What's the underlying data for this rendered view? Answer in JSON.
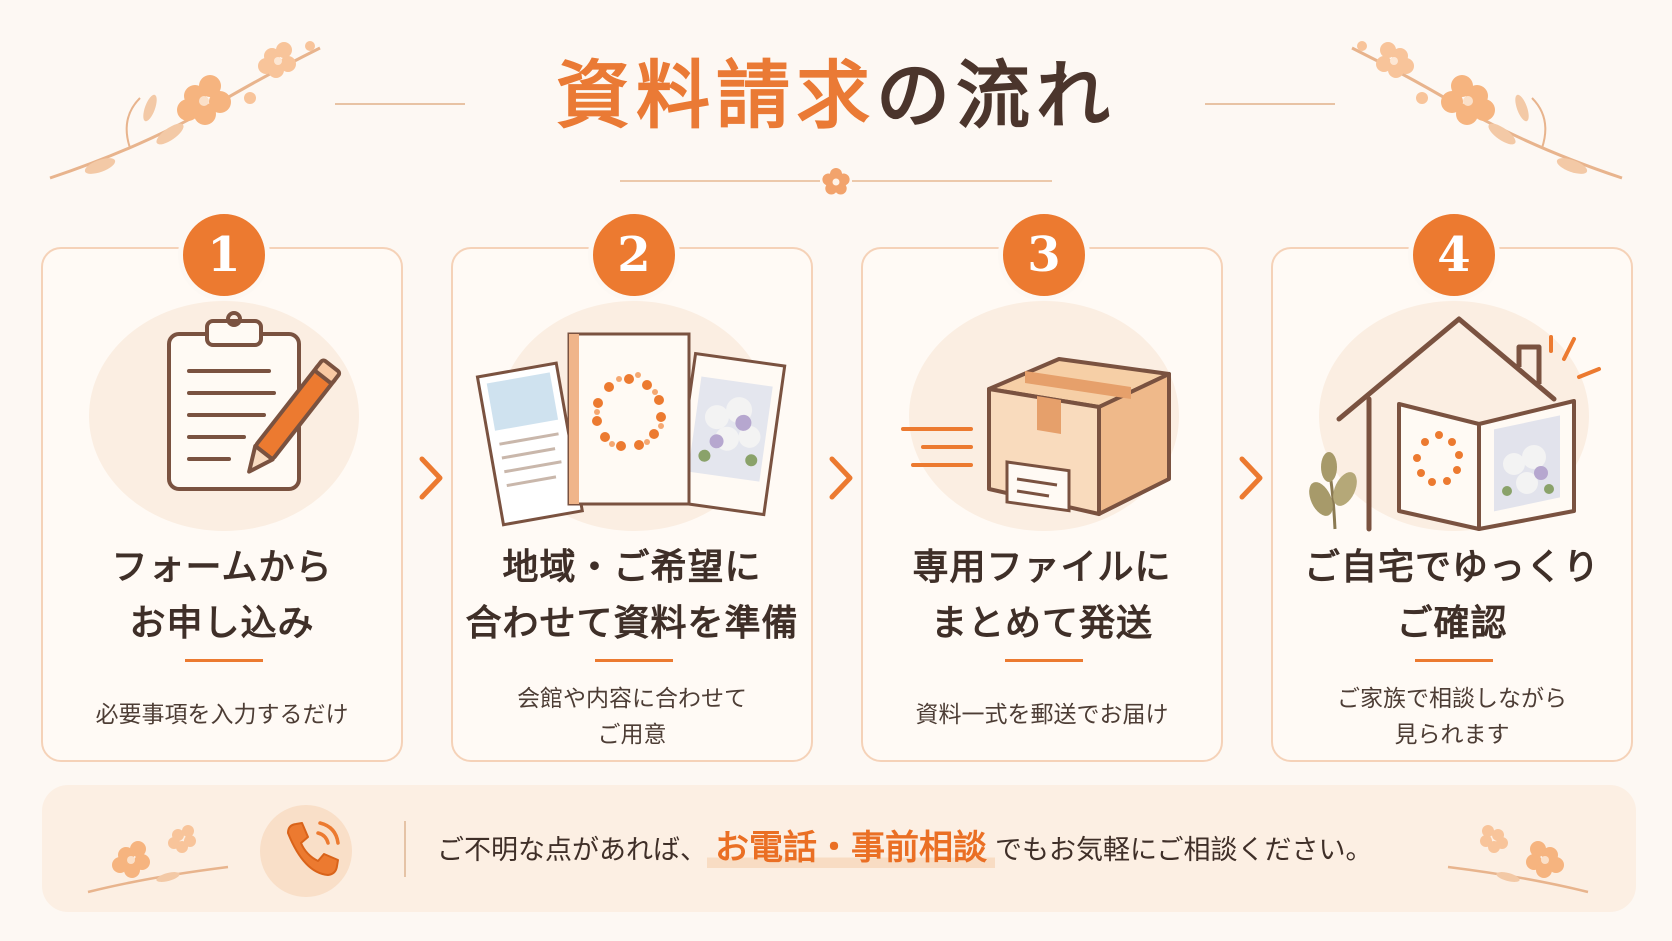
{
  "title": {
    "accent": "資料請求",
    "rest": "の流れ"
  },
  "colors": {
    "accent": "#ea7a35",
    "dark": "#4b352c",
    "card_border": "#f5d2b8",
    "banner": "#fcefe3"
  },
  "steps": [
    {
      "number": "1",
      "title_lines": [
        "フォームから",
        "お申し込み"
      ],
      "desc_lines": [
        "必要事項を入力するだけ"
      ],
      "icon": "clipboard-pencil-icon"
    },
    {
      "number": "2",
      "title_lines": [
        "地域・ご希望に",
        "合わせて資料を準備"
      ],
      "desc_lines": [
        "会館や内容に合わせて",
        "ご用意"
      ],
      "icon": "brochures-icon"
    },
    {
      "number": "3",
      "title_lines": [
        "専用ファイルに",
        "まとめて発送"
      ],
      "desc_lines": [
        "資料一式を郵送でお届け"
      ],
      "icon": "shipping-box-icon"
    },
    {
      "number": "4",
      "title_lines": [
        "ご自宅でゆっくり",
        "ご確認"
      ],
      "desc_lines": [
        "ご家族で相談しながら",
        "見られます"
      ],
      "icon": "house-brochure-icon"
    }
  ],
  "footer": {
    "prefix": "ご不明な点があれば、",
    "highlight": "お電話・事前相談",
    "suffix": "でもお気軽にご相談ください。",
    "icon": "phone-icon"
  }
}
